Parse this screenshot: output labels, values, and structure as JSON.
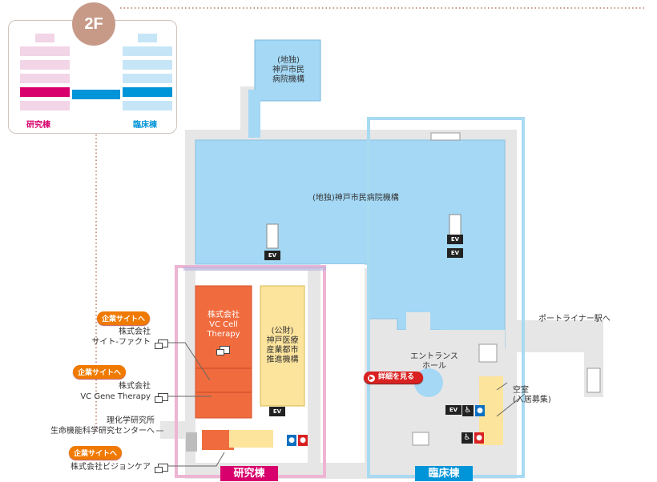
{
  "floor": "2F",
  "legend": {
    "research_label": "研究棟",
    "clinical_label": "臨床棟",
    "colors": {
      "research": "#d8006c",
      "clinical": "#0094d8",
      "badge": "#c79a88"
    }
  },
  "map": {
    "hospital_top_label": [
      "(地独)",
      "神戸市民",
      "病院機構"
    ],
    "hospital_main_label": "(地独)神戸市民病院機構",
    "vc_cell_label": [
      "株式会社",
      "VC Cell",
      "Therapy"
    ],
    "foundation_label": [
      "(公財)",
      "神戸医療",
      "産業都市",
      "推進機構"
    ],
    "entrance_label": [
      "エントランス",
      "ホール"
    ],
    "detail_button": "詳細を見る",
    "port_liner": "ポートライナー駅へ",
    "vacancy_label": [
      "空室",
      "(入居募集)"
    ],
    "riken_label": [
      "理化学研究所",
      "生命機能科学研究センターへ"
    ],
    "research_building": "研究棟",
    "clinical_building": "臨床棟",
    "ev_label": "EV"
  },
  "companies": [
    {
      "badge": "企業サイトへ",
      "name": [
        "株式会社",
        "サイト-ファクト"
      ]
    },
    {
      "badge": "企業サイトへ",
      "name": [
        "株式会社",
        "VC Gene Therapy"
      ]
    },
    {
      "badge": "企業サイトへ",
      "name": [
        "株式会社ビジョンケア"
      ]
    }
  ]
}
